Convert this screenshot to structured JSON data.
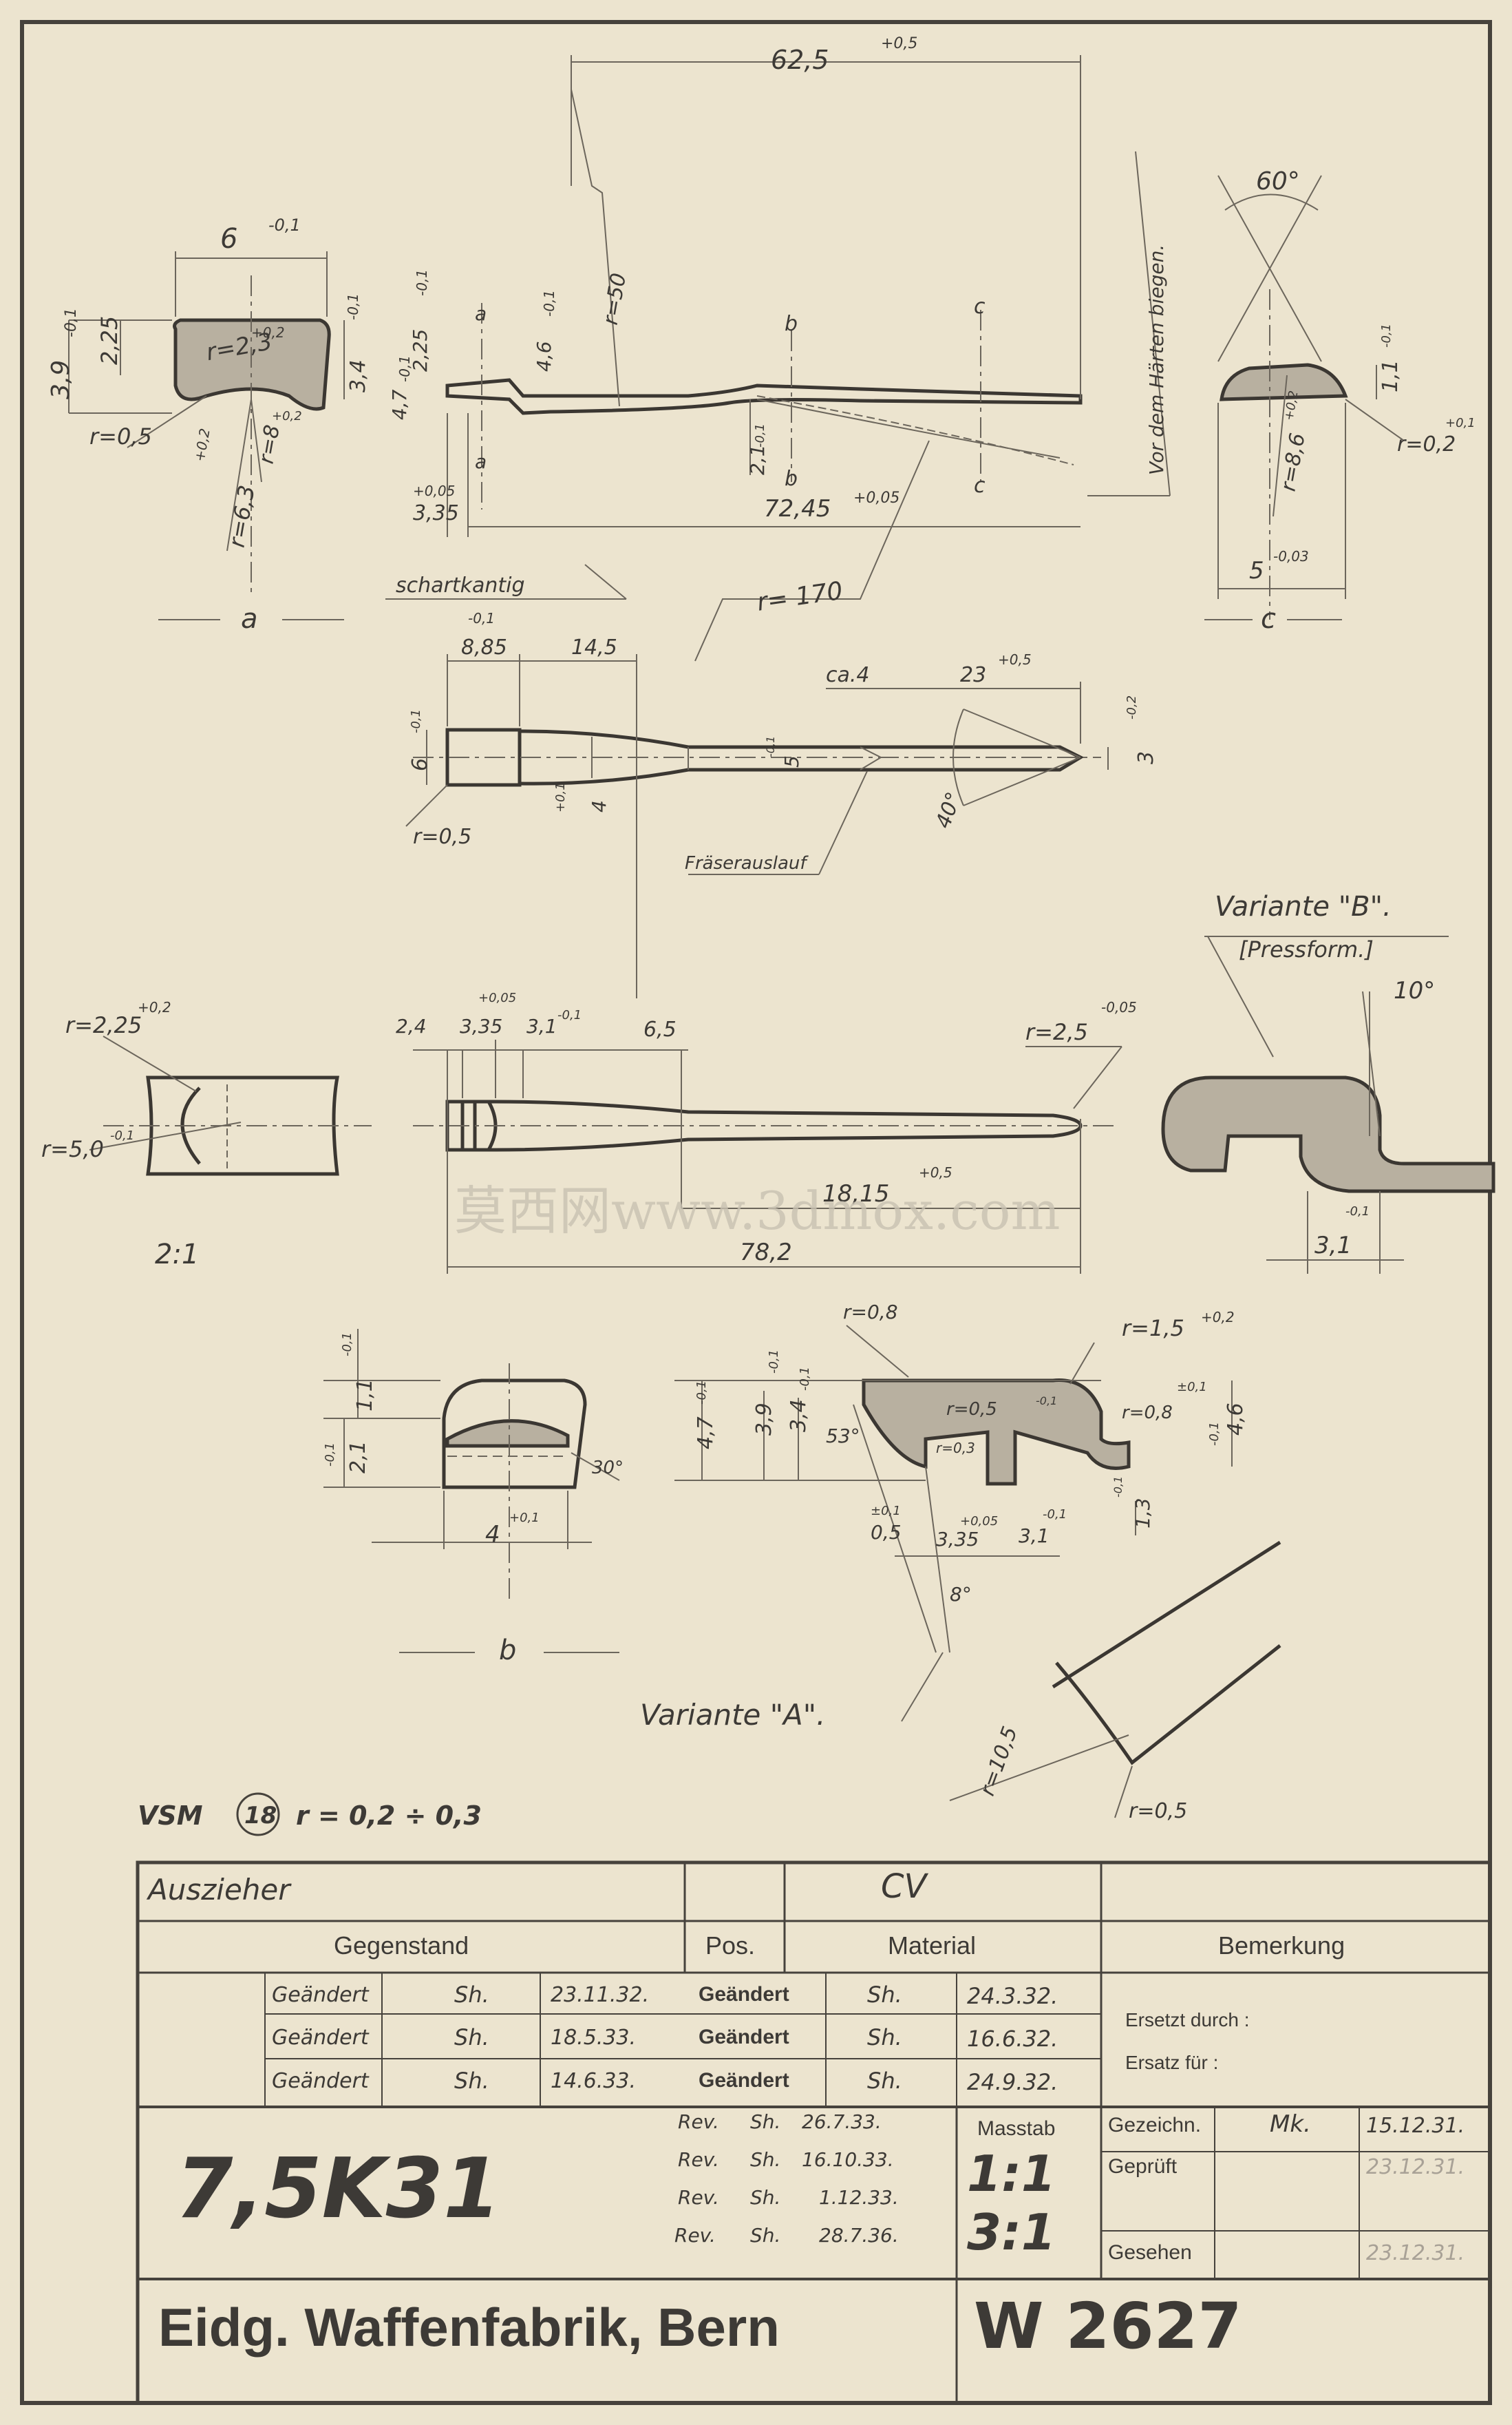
{
  "drawing": {
    "top_view": {
      "dim_total": "62,5",
      "dim_total_tol": "+0,5",
      "dim_left_tip": "3,35",
      "dim_left_tip_tol": "+0,05",
      "dim_length": "72,45",
      "dim_length_tol": "+0,05",
      "dim_h1": "4,7",
      "dim_h1_tol": "-0,1",
      "dim_h2": "2,25",
      "dim_h2_tol": "-0,1",
      "dim_h3": "4,6",
      "dim_h3_tol": "-0,1",
      "dim_h4": "2,1",
      "dim_h4_tol": "-0,1",
      "r50": "r=50",
      "r170": "r= 170",
      "schartkantig": "schartkantig",
      "label_a": "a",
      "label_b": "b",
      "label_c": "c",
      "vor_dem_haerten": "Vor dem Härten biegen."
    },
    "section_a": {
      "label": "a",
      "w": "6",
      "w_tol": "-0,1",
      "h": "3,9",
      "h_tol": "-0,1",
      "h2": "2,25",
      "r_inner": "r=2,3",
      "r_inner_tol": "+0,2",
      "h3": "3,4",
      "h3_tol": "-0,1",
      "r_corner": "r=0,5",
      "r_big": "r=6,3",
      "r_big_tol": "+0,2",
      "r_mid": "r=8",
      "r_mid_tol": "+0,2"
    },
    "section_c": {
      "label": "c",
      "angle": "60°",
      "h": "1,1",
      "h_tol": "-0,1",
      "r_small": "r=0,2",
      "r_small_tol": "+0,1",
      "r_mid": "r=8,6",
      "r_mid_tol": "+0,2",
      "w": "5",
      "w_tol": "-0,03"
    },
    "plan_view": {
      "d1": "8,85",
      "d1_tol": "-0,1",
      "d2": "14,5",
      "ca4": "ca.4",
      "d3": "23",
      "d3_tol": "+0,5",
      "h": "6",
      "h_tol": "-0,1",
      "h5": "5",
      "h5_tol": "-0,1",
      "h4": "4",
      "h4_tol": "+0,1",
      "h3": "3",
      "h3_tol": "-0,2",
      "angle": "40°",
      "r05": "r=0,5",
      "fraeser": "Fräserauslauf"
    },
    "side_view": {
      "r225": "r=2,25",
      "r225_tol": "+0,2",
      "r50": "r=5,0",
      "r50_tol": "-0,1",
      "scale": "2:1",
      "d24": "2,4",
      "d335": "3,35",
      "d335_tol": "+0,05",
      "d31": "3,1",
      "d31_tol": "-0,1",
      "d65": "6,5",
      "r25": "r=2,5",
      "r25_tol": "-0,05",
      "d1815": "18,15",
      "d1815_tol": "+0,5",
      "d782": "78,2"
    },
    "variante_b": {
      "title": "Variante \"B\".",
      "sub": "[Pressform.]",
      "angle": "10°",
      "d31": "3,1",
      "d31_tol": "-0,1"
    },
    "section_b": {
      "label": "b",
      "h11": "1,1",
      "h11_tol": "-0,1",
      "h21": "2,1",
      "h21_tol": "-0,1",
      "w4": "4",
      "w4_tol": "+0,1",
      "angle": "30°"
    },
    "variante_a": {
      "title": "Variante \"A\".",
      "r08": "r=0,8",
      "r15": "r=1,5",
      "r15_tol": "+0,2",
      "r05i": "r=0,5",
      "r05i_tol": "-0,1",
      "r03": "r=0,3",
      "r08b": "r=0,8",
      "r08b_tol": "±0,1",
      "h47": "4,7",
      "h47_tol": "-0,1",
      "h39": "3,9",
      "h39_tol": "-0,1",
      "h34": "3,4",
      "h34_tol": "-0,1",
      "h46": "4,6",
      "h46_tol": "-0,1",
      "h13": "1,3",
      "h13_tol": "-0,1",
      "angle53": "53°",
      "d05": "0,5",
      "d05_tol": "±0,1",
      "d335": "3,35",
      "d335_tol": "+0,05",
      "d31": "3,1",
      "d31_tol": "-0,1",
      "angle8": "8°",
      "r105": "r=10,5",
      "r05": "r=0,5"
    },
    "vsm": {
      "prefix": "VSM",
      "number": "18",
      "note": "r = 0,2 ÷ 0,3"
    },
    "watermark": "莫西网www.3dmox.com"
  },
  "title_block": {
    "name": "Auszieher",
    "material": "CV",
    "h_gegenstand": "Gegenstand",
    "h_pos": "Pos.",
    "h_material": "Material",
    "h_bemerkung": "Bemerkung",
    "changes_left": [
      {
        "label": "Geändert",
        "sig": "Sh.",
        "date": "23.11.32."
      },
      {
        "label": "Geändert",
        "sig": "Sh.",
        "date": "18.5.33."
      },
      {
        "label": "Geändert",
        "sig": "Sh.",
        "date": "14.6.33."
      }
    ],
    "changes_right": [
      {
        "label": "Geändert",
        "sig": "Sh.",
        "date": "24.3.32."
      },
      {
        "label": "Geändert",
        "sig": "Sh.",
        "date": "16.6.32."
      },
      {
        "label": "Geändert",
        "sig": "Sh.",
        "date": "24.9.32."
      }
    ],
    "ersetzt_durch": "Ersetzt durch :",
    "ersatz_fuer": "Ersatz für :",
    "part_number": "7,5K31",
    "revisions": [
      {
        "label": "Rev.",
        "sig": "Sh.",
        "date": "26.7.33."
      },
      {
        "label": "Rev.",
        "sig": "Sh.",
        "date": "16.10.33."
      },
      {
        "label": "Rev.",
        "sig": "Sh.",
        "date": "1.12.33."
      },
      {
        "label": "Rev.",
        "sig": "Sh.",
        "date": "28.7.36."
      }
    ],
    "masstab_label": "Masstab",
    "masstab_1": "1:1",
    "masstab_2": "3:1",
    "gezeichn": "Gezeichn.",
    "gezeichn_sig": "Mk.",
    "gezeichn_date": "15.12.31.",
    "geprueft": "Geprüft",
    "geprueft_date": "23.12.31.",
    "gesehen": "Gesehen",
    "gesehen_date": "23.12.31.",
    "company": "Eidg. Waffenfabrik, Bern",
    "drawing_no": "W 2627"
  }
}
